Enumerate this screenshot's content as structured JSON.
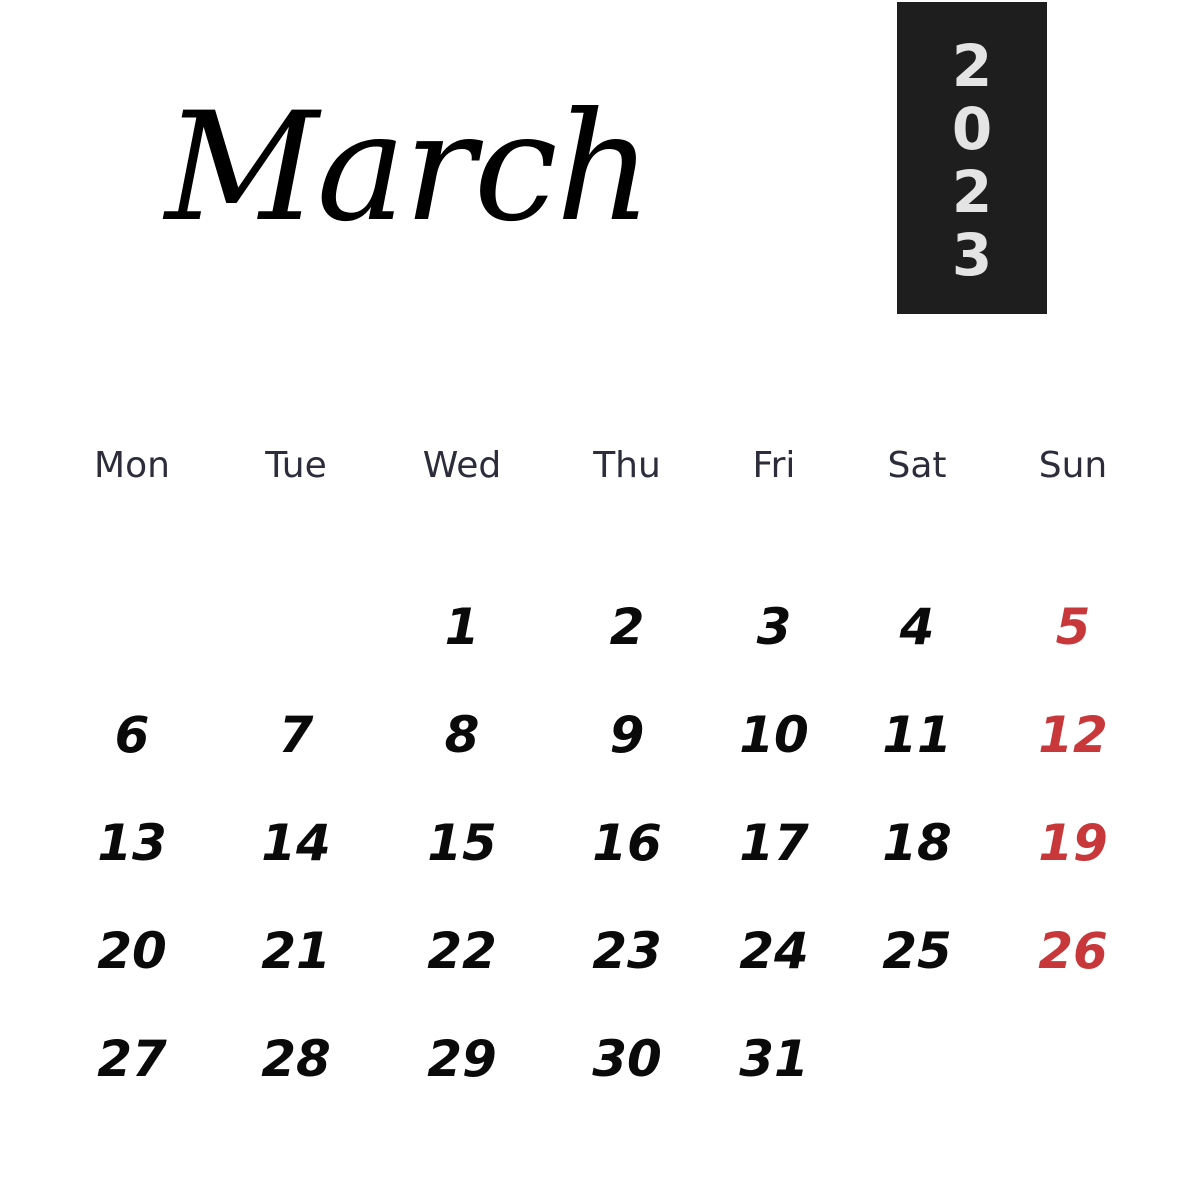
{
  "month": "March",
  "year_digits": [
    "2",
    "0",
    "2",
    "3"
  ],
  "weekdays": [
    "Mon",
    "Tue",
    "Wed",
    "Thu",
    "Fri",
    "Sat",
    "Sun"
  ],
  "weeks": [
    [
      "",
      "",
      "1",
      "2",
      "3",
      "4",
      "5"
    ],
    [
      "6",
      "7",
      "8",
      "9",
      "10",
      "11",
      "12"
    ],
    [
      "13",
      "14",
      "15",
      "16",
      "17",
      "18",
      "19"
    ],
    [
      "20",
      "21",
      "22",
      "23",
      "24",
      "25",
      "26"
    ],
    [
      "27",
      "28",
      "29",
      "30",
      "31",
      "",
      ""
    ]
  ],
  "colors": {
    "background": "#ffffff",
    "year_block": "#1e1e1e",
    "year_text": "#e4e4e4",
    "weekday_text": "#2c2c3a",
    "day_text": "#0a0a0a",
    "sunday_text": "#c8383a"
  }
}
